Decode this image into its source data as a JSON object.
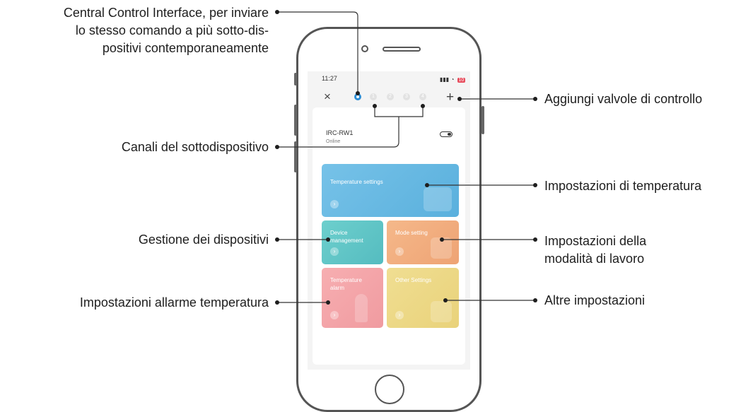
{
  "callouts": {
    "central_control": [
      "Central Control Interface, per inviare",
      "lo stesso comando a più sotto-dis-",
      "positivi contemporaneamente"
    ],
    "subdevice_channels": "Canali del sottodispositivo",
    "device_management": "Gestione dei dispositivi",
    "temp_alarm_settings": "Impostazioni allarme temperatura",
    "add_valves": "Aggiungi valvole di controllo",
    "temp_settings": "Impostazioni di temperatura",
    "work_mode": [
      "Impostazioni della",
      "modalità di lavoro"
    ],
    "other_settings": "Altre impostazioni"
  },
  "phone": {
    "status_time": "11:27",
    "battery": "10",
    "close_glyph": "×",
    "plus_glyph": "+",
    "channels": [
      "1",
      "2",
      "3",
      "4"
    ],
    "device_name": "IRC-RW1",
    "device_status": "Online",
    "tiles": {
      "temperature_settings": "Temperature settings",
      "device_management": [
        "Device",
        "management"
      ],
      "mode_setting": "Mode setting",
      "temperature_alarm": [
        "Temperature",
        "alarm"
      ],
      "other_settings": "Other Settings"
    }
  },
  "colors": {
    "accent": "#2d8ed6",
    "temp_tile": "#5ab0dd",
    "device_tile": "#55bcc0",
    "mode_tile": "#eea374",
    "alarm_tile": "#f09ba0",
    "other_tile": "#e9d27a"
  }
}
